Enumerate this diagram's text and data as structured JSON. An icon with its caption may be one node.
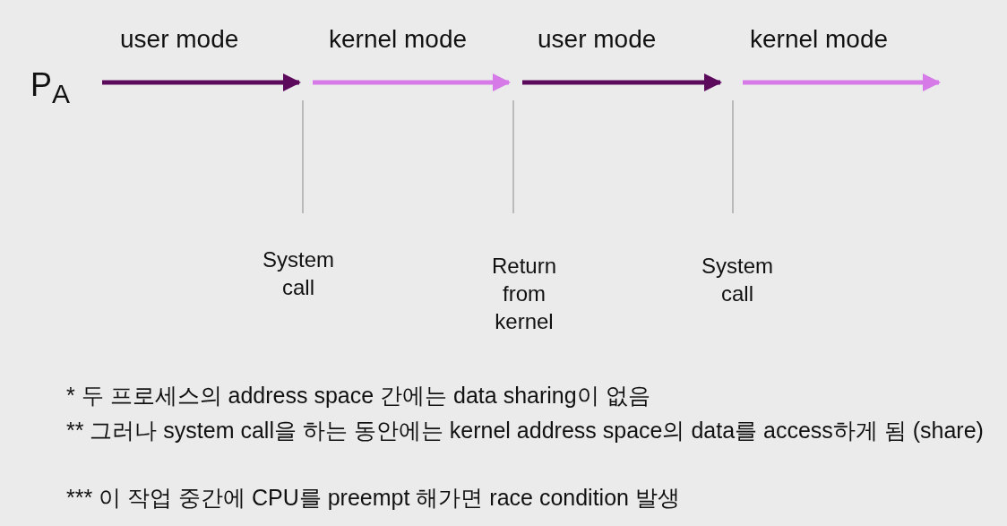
{
  "diagram": {
    "labels": [
      "P$_{A}$",
      "user mode",
      "kernel mode",
      "user mode",
      "kernel mode",
      "System call",
      "Return from kernel",
      "System call",
      "* 두 프로세스의 address space 간에는 data sharing이 없음",
      "** 그러나 system call을 하는 동안에는 kernel address space의 data를 access하게 됨 (share)",
      "*** 이 작업 중간에 CPU를 preempt 해가면 race condition 발생"
    ]
  }
}
